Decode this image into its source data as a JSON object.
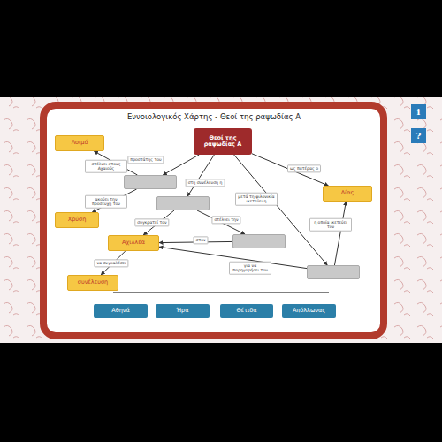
{
  "diagram": {
    "title": "Εννοιολογικός Χάρτης - Θεοί της ραψωδίας Α",
    "nodes": [
      {
        "text": [
          "Θεοί της ραψωδίας Α"
        ]
      },
      {
        "text": [
          "Λοιμό"
        ]
      },
      {
        "text": []
      },
      {
        "text": [
          "Χρύση"
        ]
      },
      {
        "text": []
      },
      {
        "text": [
          "Αχιλλέα"
        ]
      },
      {
        "text": []
      },
      {
        "text": [
          "συνέλευση"
        ]
      },
      {
        "text": [
          "Δίας"
        ]
      },
      {
        "text": []
      },
      {
        "text": [
          "Αθηνά"
        ]
      },
      {
        "text": [
          "Ήρα"
        ]
      },
      {
        "text": [
          "Θέτιδα"
        ]
      },
      {
        "text": [
          "Απόλλωνας"
        ]
      }
    ],
    "edges": [
      {
        "from": 0,
        "to": 2,
        "arrow": "to",
        "label": "προστάτης του"
      },
      {
        "from": 2,
        "to": 1,
        "arrow": "to",
        "label": "στέλνει στους Αχαιούς"
      },
      {
        "from": 2,
        "to": 3,
        "arrow": "to",
        "label": "ακούει την προσευχή του"
      },
      {
        "from": 0,
        "to": 4,
        "arrow": "to",
        "label": "στη συνέλευση η"
      },
      {
        "from": 4,
        "to": 5,
        "arrow": "to",
        "label": "συγκρατεί τον"
      },
      {
        "from": 4,
        "to": 6,
        "arrow": "to",
        "label": "στέλνει την"
      },
      {
        "from": 6,
        "to": 5,
        "arrow": "to",
        "label": "στον"
      },
      {
        "from": 0,
        "to": 8,
        "arrow": "to",
        "label": "ως πατέρας ο"
      },
      {
        "from": 0,
        "to": 9,
        "arrow": "to",
        "label": "μετά τη φιλονικία ικετεύει η"
      },
      {
        "from": 9,
        "to": 8,
        "arrow": "to",
        "label": "η οποία ικετεύει τον"
      },
      {
        "from": 9,
        "to": 5,
        "arrow": "to",
        "label": "για να παρηγορήσει τον"
      },
      {
        "from": 5,
        "to": 7,
        "arrow": "to",
        "label": "να συγκαλέσει"
      }
    ],
    "labels": [
      "i",
      "?"
    ]
  }
}
